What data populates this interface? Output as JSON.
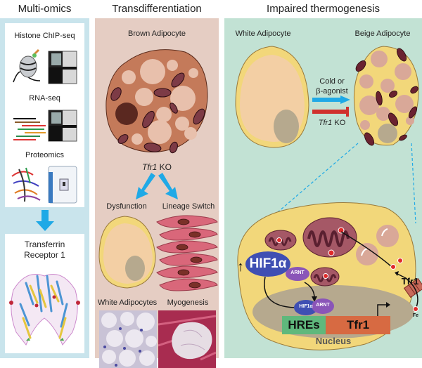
{
  "panels": {
    "multiomics": {
      "title": "Multi-omics",
      "methods": [
        "Histone ChIP-seq",
        "RNA-seq",
        "Proteomics"
      ],
      "result_line1": "Transferrin",
      "result_line2": "Receptor 1"
    },
    "transdifferentiation": {
      "title": "Transdifferentiation",
      "top_cell": "Brown Adipocyte",
      "knockout_gene": "Tfr1",
      "knockout_suffix": " KO",
      "outcome_left": "Dysfunction",
      "outcome_right": "Lineage Switch",
      "histology_left": "White Adipocytes",
      "histology_right": "Myogenesis"
    },
    "thermogenesis": {
      "title": "Impaired thermogenesis",
      "left_cell": "White Adipocyte",
      "right_cell": "Beige Adipocyte",
      "stimulus_line1": "Cold or",
      "stimulus_line2": "β-agonist",
      "knockout_gene": "Tfr1",
      "knockout_suffix": " KO",
      "hif_label": "HIF1α",
      "arnt_label": "ARNT",
      "complex_hif": "HIF1α",
      "complex_arnt": "ARNT",
      "hre_label": "HREs",
      "gene_label": "Tfr1",
      "nucleus_label": "Nucleus",
      "receptor_label": "Tfr1",
      "iron_label": "Fe",
      "upregulation_symbol": "↑"
    }
  },
  "colors": {
    "panel1_bg": "#c9e4ec",
    "panel2_bg": "#e5cdc3",
    "panel3_bg": "#c2e2d4",
    "arrow_blue": "#1fa9e6",
    "inhibit_red": "#d0312d",
    "brown_cell": "#c47a5a",
    "lipid": "#e8c0ac",
    "mito": "#7d3b46",
    "white_cell_rim": "#f2d77a",
    "white_cell_body": "#f3cfa4",
    "nucleus_gray": "#b6a98e",
    "hif_blue": "#3f4fb3",
    "arnt_purple": "#8a55b8",
    "hre_green": "#5fb87c",
    "tfr1_orange": "#d76a42",
    "iron_red": "#e02a2a"
  }
}
